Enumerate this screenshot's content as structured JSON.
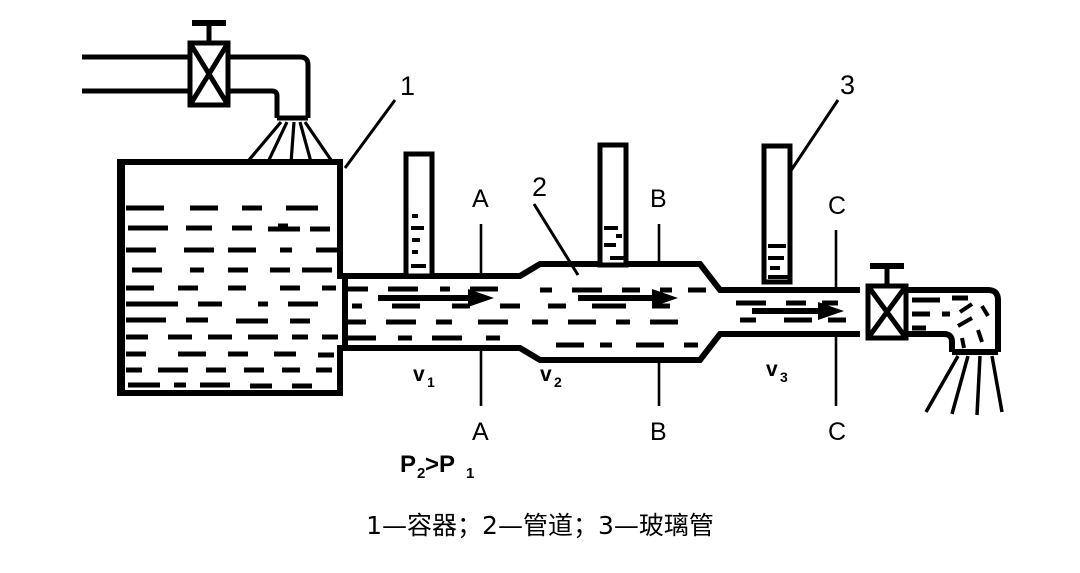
{
  "diagram": {
    "title_caption": "1—容器；2—管道；3—玻璃管",
    "formula": "P",
    "formula_sub1": "2",
    "formula_gt": ">P",
    "formula_sub2": "1",
    "callouts": [
      {
        "id": "callout-1",
        "label": "1",
        "target": "container"
      },
      {
        "id": "callout-2",
        "label": "2",
        "target": "pipe"
      },
      {
        "id": "callout-3",
        "label": "3",
        "target": "glass-tube"
      }
    ],
    "section_markers": [
      {
        "label": "A",
        "position": "upper"
      },
      {
        "label": "A",
        "position": "lower"
      },
      {
        "label": "B",
        "position": "upper"
      },
      {
        "label": "B",
        "position": "lower"
      },
      {
        "label": "C",
        "position": "upper"
      },
      {
        "label": "C",
        "position": "lower"
      }
    ],
    "velocities": [
      {
        "symbol": "v",
        "subscript": "1"
      },
      {
        "symbol": "v",
        "subscript": "2"
      },
      {
        "symbol": "v",
        "subscript": "3"
      }
    ],
    "glass_tubes": [
      {
        "name": "glass-tube-1",
        "fill_percent": 45
      },
      {
        "name": "glass-tube-2",
        "fill_percent": 32
      },
      {
        "name": "glass-tube-3",
        "fill_percent": 26
      }
    ],
    "valves": [
      {
        "name": "inlet-valve",
        "type": "gate-valve"
      },
      {
        "name": "outlet-valve",
        "type": "gate-valve"
      }
    ],
    "colors": {
      "line": "#000000",
      "background": "#ffffff"
    }
  }
}
